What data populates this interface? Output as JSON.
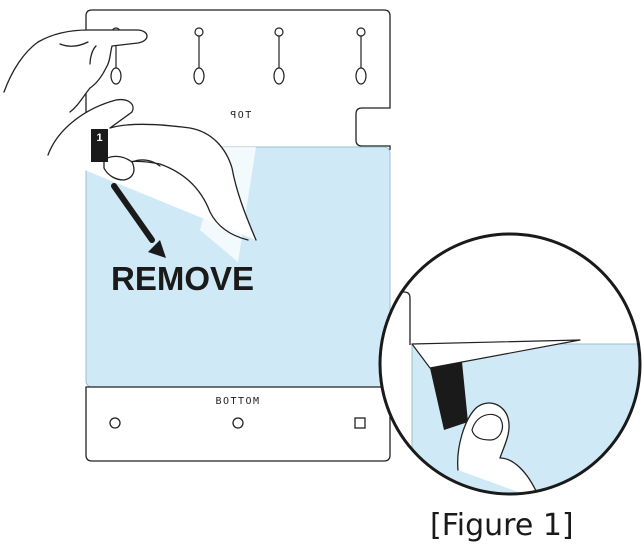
{
  "instruction": {
    "remove_label": "REMOVE"
  },
  "board": {
    "top_label": "TOP",
    "bottom_label": "BOTTOM"
  },
  "tab": {
    "number": "1",
    "color": "#1a1a1a"
  },
  "film": {
    "color": "#cfeaf6"
  },
  "caption": {
    "text": "[Figure 1]"
  }
}
